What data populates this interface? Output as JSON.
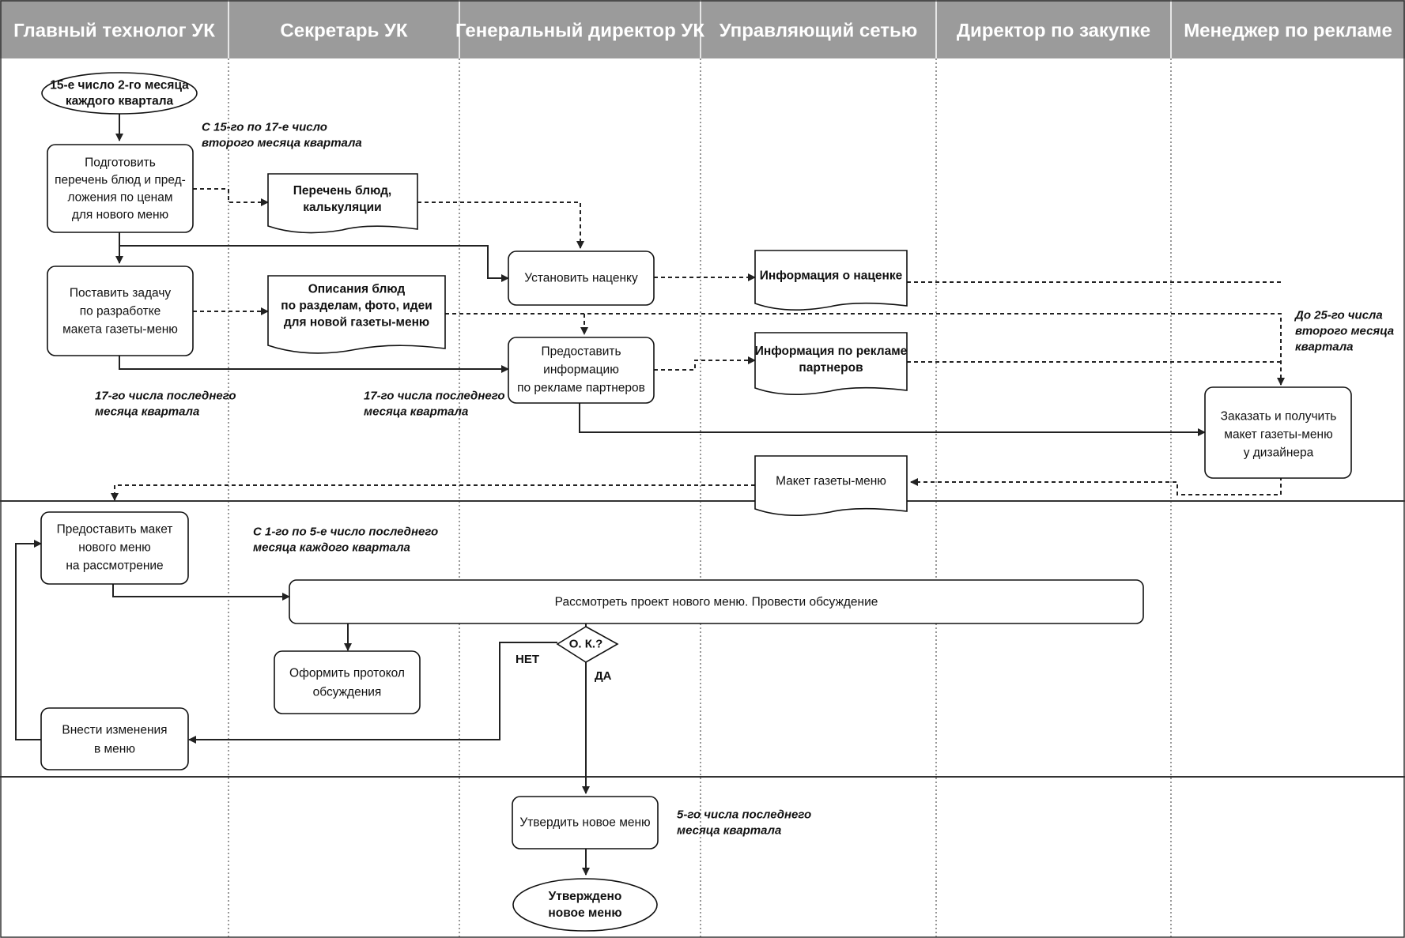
{
  "lanes": [
    "Главный технолог УК",
    "Секретарь УК",
    "Генеральный директор УК",
    "Управляющий сетью",
    "Директор по закупке",
    "Менеджер по рекламе"
  ],
  "nodes": {
    "start": [
      "15-е число 2-го месяца",
      "каждого квартала"
    ],
    "prepare_list": [
      "Подготовить",
      "перечень блюд и пред-",
      "ложения по ценам",
      "для нового меню"
    ],
    "doc_dishes": [
      "Перечень блюд,",
      "калькуляции"
    ],
    "set_task": [
      "Поставить задачу",
      "по разработке",
      "макета газеты-меню"
    ],
    "doc_descriptions": [
      "Описания блюд",
      "по разделам, фото, идеи",
      "для новой газеты-меню"
    ],
    "set_markup": [
      "Установить наценку"
    ],
    "doc_markup_info": [
      "Информация о наценке"
    ],
    "provide_partner_info": [
      "Предоставить",
      "информацию",
      "по рекламе партнеров"
    ],
    "doc_partner_info": [
      "Информация по рекламе",
      "партнеров"
    ],
    "order_layout": [
      "Заказать и получить",
      "макет газеты-меню",
      "у дизайнера"
    ],
    "doc_layout": [
      "Макет газеты-меню"
    ],
    "provide_layout": [
      "Предоставить макет",
      "нового меню",
      "на рассмотрение"
    ],
    "review": [
      "Рассмотреть проект нового меню. Провести обсуждение"
    ],
    "protocol": [
      "Оформить протокол",
      "обсуждения"
    ],
    "decision": [
      "О. К.?"
    ],
    "make_changes": [
      "Внести изменения",
      "в меню"
    ],
    "approve": [
      "Утвердить новое меню"
    ],
    "end": [
      "Утверждено",
      "новое меню"
    ]
  },
  "branch_labels": {
    "no": "НЕТ",
    "yes": "ДА"
  },
  "notes": {
    "n1": [
      "С 15-го по 17-е число",
      "второго месяца квартала"
    ],
    "n2": [
      "17-го числа последнего",
      "месяца квартала"
    ],
    "n3": [
      "17-го числа последнего",
      "месяца квартала"
    ],
    "n4": [
      "До 25-го числа",
      "второго месяца",
      "квартала"
    ],
    "n5": [
      "С 1-го по 5-е число последнего",
      "месяца каждого квартала"
    ],
    "n6": [
      "5-го числа последнего",
      "месяца квартала"
    ]
  },
  "colors": {
    "header_bg": "#9b9b9b",
    "header_text": "#ffffff",
    "line": "#222222"
  }
}
